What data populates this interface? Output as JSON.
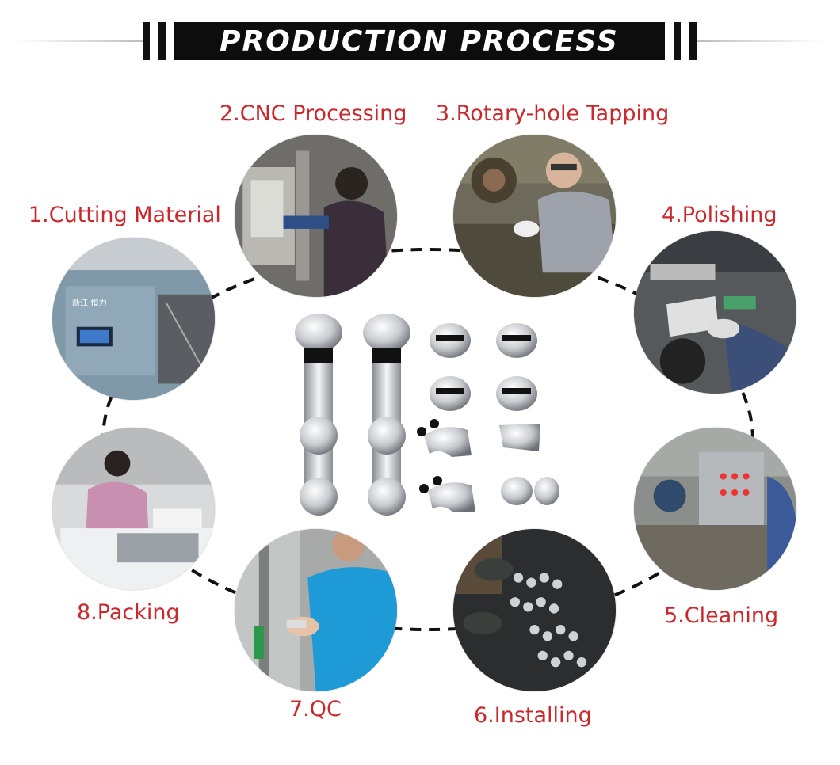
{
  "header": {
    "title": "PRODUCTION PROCESS"
  },
  "steps": [
    {
      "label": "1.Cutting Material"
    },
    {
      "label": "2.CNC Processing"
    },
    {
      "label": "3.Rotary-hole Tapping"
    },
    {
      "label": "4.Polishing"
    },
    {
      "label": "5.Cleaning"
    },
    {
      "label": "6.Installing"
    },
    {
      "label": "7.QC"
    },
    {
      "label": "8.Packing"
    }
  ],
  "colors": {
    "label": "#c9282d",
    "banner": "#0d0d0d",
    "connector": "#111111"
  }
}
